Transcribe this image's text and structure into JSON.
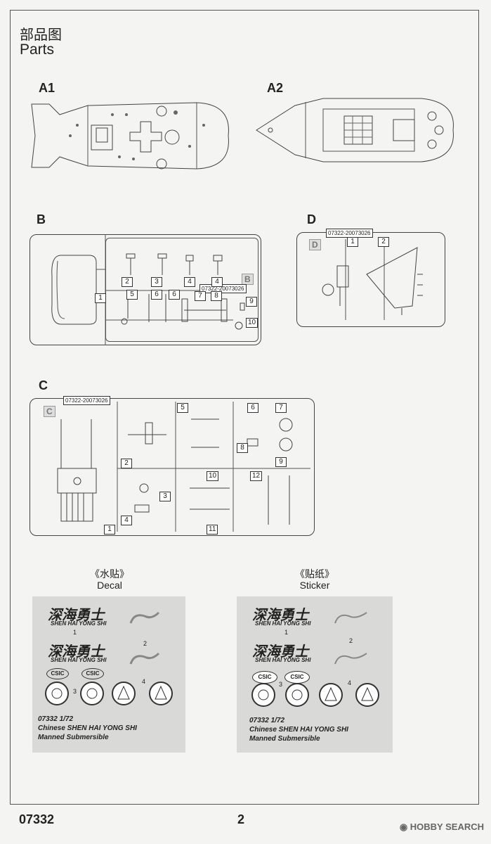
{
  "header": {
    "title_cn": "部品图",
    "title_en": "Parts"
  },
  "sections": {
    "a1": "A1",
    "a2": "A2",
    "b": "B",
    "d": "D",
    "c": "C"
  },
  "sprue_b": {
    "tag": "B",
    "code": "07322-20073026",
    "parts": [
      "1",
      "2",
      "3",
      "4",
      "4",
      "5",
      "6",
      "6",
      "7",
      "8",
      "9",
      "10"
    ]
  },
  "sprue_d": {
    "tag": "D",
    "code": "07322-20073026",
    "parts": [
      "1",
      "2"
    ]
  },
  "sprue_c": {
    "tag": "C",
    "code": "07322-20073026",
    "parts": [
      "1",
      "2",
      "3",
      "4",
      "5",
      "6",
      "7",
      "8",
      "9",
      "10",
      "11",
      "12"
    ]
  },
  "decal": {
    "title_cn": "《水贴》",
    "title_en": "Decal",
    "logo_cn": "深海勇士",
    "logo_en": "SHEN HAI YONG SHI",
    "csic": "CSIC",
    "nums": [
      "1",
      "2",
      "3",
      "4"
    ],
    "text": [
      "07332 1/72",
      "Chinese SHEN HAI YONG SHI",
      "Manned Submersible"
    ]
  },
  "sticker": {
    "title_cn": "《贴纸》",
    "title_en": "Sticker",
    "logo_cn": "深海勇士",
    "logo_en": "SHEN HAI YONG SHI",
    "csic": "CSIC",
    "nums": [
      "1",
      "2",
      "3",
      "4"
    ],
    "text": [
      "07332 1/72",
      "Chinese SHEN HAI YONG SHI",
      "Manned Submersible"
    ]
  },
  "footer": {
    "code": "07332",
    "page": "2",
    "watermark": "HOBBY SEARCH"
  }
}
